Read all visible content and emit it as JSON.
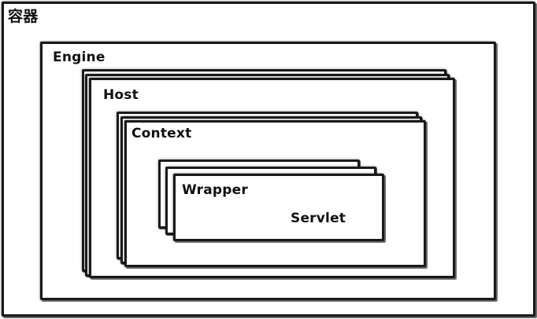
{
  "diagram": {
    "container_label": "容器",
    "engine_label": "Engine",
    "host_label": "Host",
    "context_label": "Context",
    "wrapper_label": "Wrapper",
    "servlet_label": "Servlet"
  }
}
